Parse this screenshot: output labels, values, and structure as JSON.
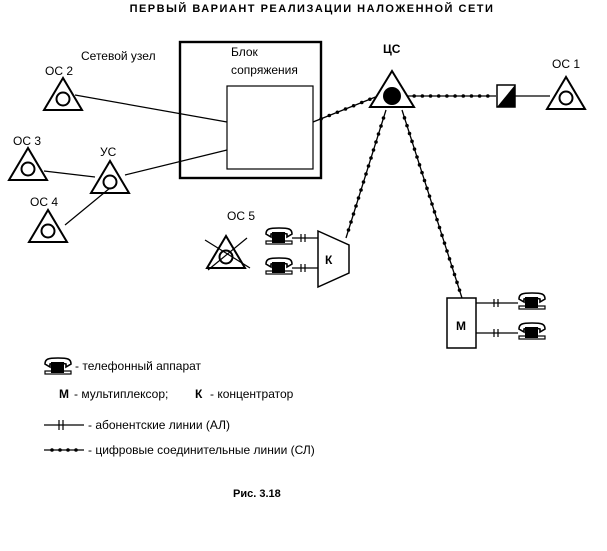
{
  "title": "ПЕРВЫЙ ВАРИАНТ РЕАЛИЗАЦИИ НАЛОЖЕННОЙ СЕТИ",
  "node_block": {
    "caption": "Сетевой узел",
    "interface_line1": "Блок",
    "interface_line2": "сопряжения"
  },
  "nodes": {
    "cs": "ЦС",
    "os1": "ОС 1",
    "os2": "ОС 2",
    "os3": "ОС 3",
    "os4": "ОС 4",
    "os5": "ОС 5",
    "us": "УС",
    "concentrator": "К",
    "multiplexer": "М"
  },
  "legend": {
    "phone": "- телефонный аппарат",
    "m_letter": "М",
    "m_text": "- мультиплексор;",
    "k_letter": "К",
    "k_text": "- концентратор",
    "subscriber": "- абонентские линии (АЛ)",
    "digital": "- цифровые соединительные линии (СЛ)"
  },
  "figure_caption": "Рис. 3.18",
  "icons": {
    "station": "triangle-station-icon",
    "phone": "telephone-icon",
    "central": "central-station-icon",
    "converter": "converter-icon"
  }
}
